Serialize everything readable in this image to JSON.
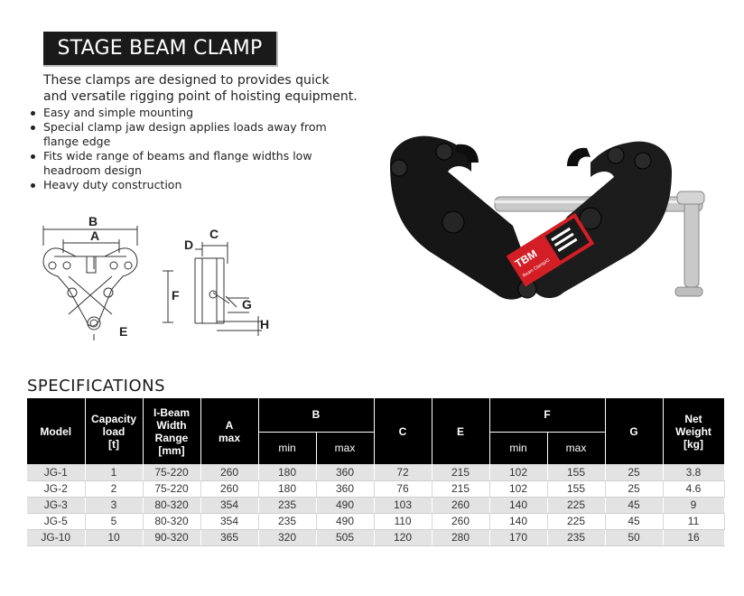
{
  "header": {
    "title": "STAGE BEAM CLAMP",
    "intro_line1": "These clamps are designed to provides quick",
    "intro_line2": "and versatile rigging point of hoisting equipment."
  },
  "features": [
    {
      "line1": "Easy and simple mounting",
      "line2": ""
    },
    {
      "line1": "Special clamp jaw design applies loads away from",
      "line2": "flange edge"
    },
    {
      "line1": "Fits wide range of beams and flange widths low",
      "line2": "headroom design"
    },
    {
      "line1": "Heavy duty construction",
      "line2": ""
    }
  ],
  "diagram_labels": {
    "B": "B",
    "A": "A",
    "E": "E",
    "F": "F",
    "D": "D",
    "C": "C",
    "G": "G",
    "H": "H"
  },
  "photo": {
    "brand": "TBM",
    "label_text": "Beam Clamp",
    "model_code": "JG",
    "colors": {
      "body": "#161616",
      "label": "#d41e26",
      "pin": "#c9c9c9"
    }
  },
  "specifications": {
    "title": "SPECIFICATIONS",
    "headers": {
      "model": "Model",
      "capacity_l1": "Capacity",
      "capacity_l2": "load",
      "capacity_l3": "[t]",
      "ibeam_l1": "I-Beam",
      "ibeam_l2": "Width",
      "ibeam_l3": "Range",
      "ibeam_l4": "[mm]",
      "a_l1": "A",
      "a_l2": "max",
      "b": "B",
      "b_min": "min",
      "b_max": "max",
      "c": "C",
      "e": "E",
      "f": "F",
      "f_min": "min",
      "f_max": "max",
      "g": "G",
      "weight_l1": "Net",
      "weight_l2": "Weight",
      "weight_l3": "[kg]"
    },
    "rows": [
      [
        "JG-1",
        "1",
        "75-220",
        "260",
        "180",
        "360",
        "72",
        "215",
        "102",
        "155",
        "25",
        "3.8"
      ],
      [
        "JG-2",
        "2",
        "75-220",
        "260",
        "180",
        "360",
        "76",
        "215",
        "102",
        "155",
        "25",
        "4.6"
      ],
      [
        "JG-3",
        "3",
        "80-320",
        "354",
        "235",
        "490",
        "103",
        "260",
        "140",
        "225",
        "45",
        "9"
      ],
      [
        "JG-5",
        "5",
        "80-320",
        "354",
        "235",
        "490",
        "110",
        "260",
        "140",
        "225",
        "45",
        "11"
      ],
      [
        "JG-10",
        "10",
        "90-320",
        "365",
        "320",
        "505",
        "120",
        "280",
        "170",
        "235",
        "50",
        "16"
      ]
    ]
  }
}
